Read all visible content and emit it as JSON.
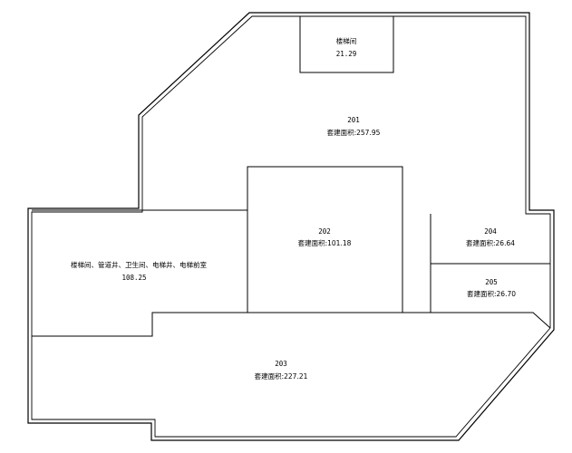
{
  "floor_plan": {
    "rooms": [
      {
        "key": "stair_top",
        "name": "楼梯间",
        "area": "21.29"
      },
      {
        "key": "r201",
        "name": "201",
        "area": "套建面积:257.95"
      },
      {
        "key": "r202",
        "name": "202",
        "area": "套建面积:101.18"
      },
      {
        "key": "r204",
        "name": "204",
        "area": "套建面积:26.64"
      },
      {
        "key": "r205",
        "name": "205",
        "area": "套建面积:26.70"
      },
      {
        "key": "core",
        "name": "楼梯间、管道井、卫生间、电梯井、电梯前室",
        "area": "108.25"
      },
      {
        "key": "r203",
        "name": "203",
        "area": "套建面积:227.21"
      }
    ]
  }
}
